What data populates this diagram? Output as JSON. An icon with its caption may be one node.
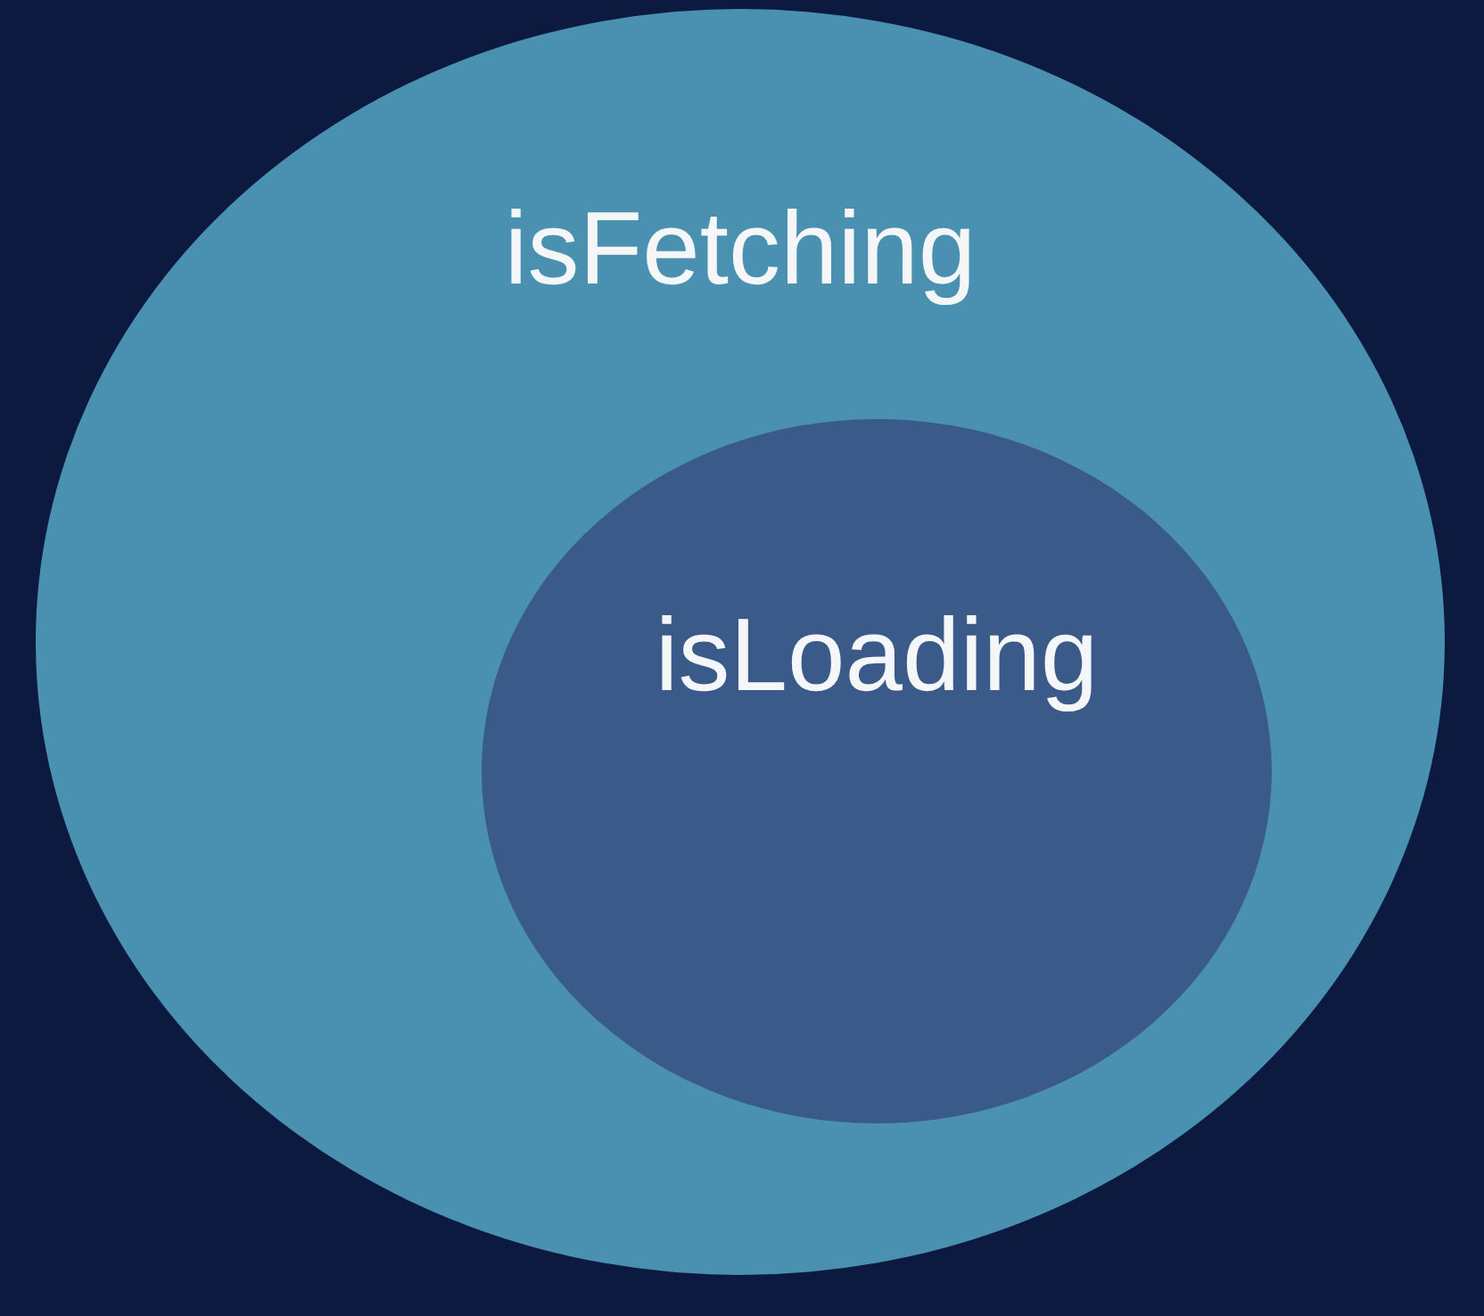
{
  "diagram": {
    "nodes": [
      {
        "text": [
          "isFetching"
        ]
      },
      {
        "text": [
          "isLoading"
        ],
        "in": 0
      }
    ]
  }
}
